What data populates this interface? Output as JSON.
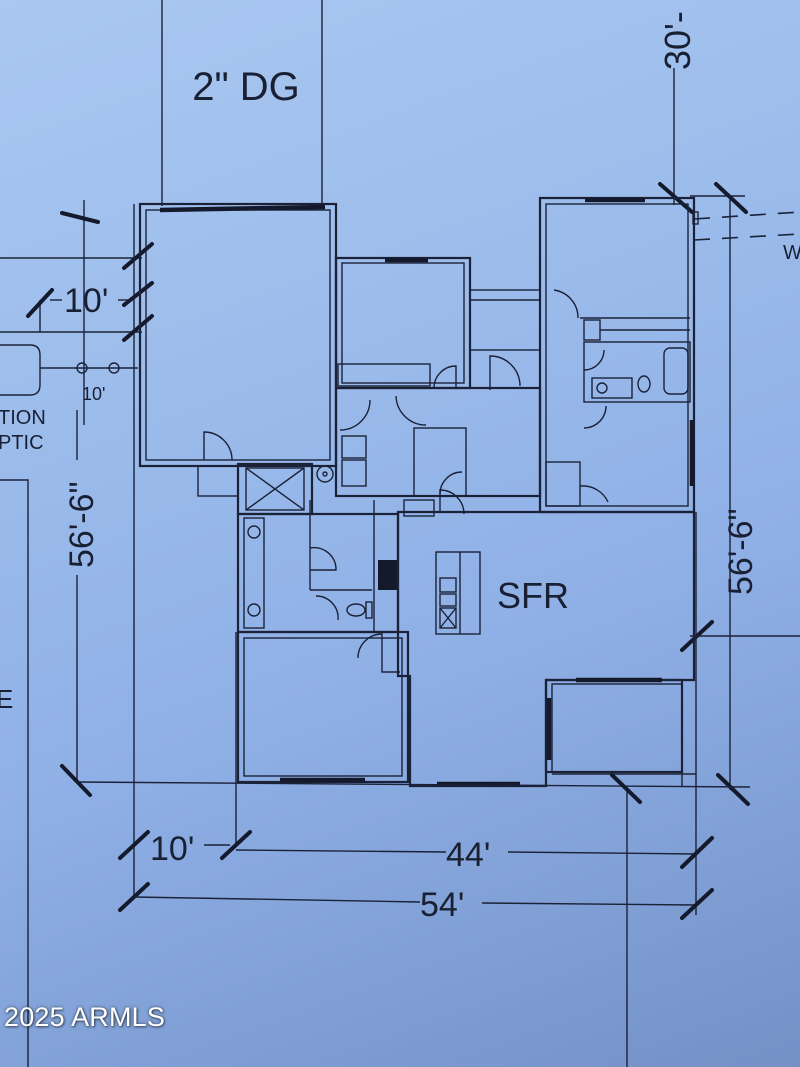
{
  "plan": {
    "driveway_label": "2\" DG",
    "main_structure_label": "SFR",
    "top_setback_label": "30'-",
    "left_dim_top_label": "10'",
    "left_small_label": "10'",
    "left_side_text_line1": "TION",
    "left_side_text_line2": "PTIC",
    "left_edge_fragment": "E",
    "right_edge_fragment": "W",
    "left_depth_label": "56'-6\"",
    "right_depth_label": "56'-6\"",
    "bottom_setback_label": "10'",
    "bottom_width_label": "44'",
    "bottom_total_label": "54'"
  },
  "watermark": {
    "text": "2025 ARMLS"
  },
  "colors": {
    "paper_blue": "#9dbdec",
    "ink": "#1b2238",
    "watermark": "#ffffff"
  }
}
